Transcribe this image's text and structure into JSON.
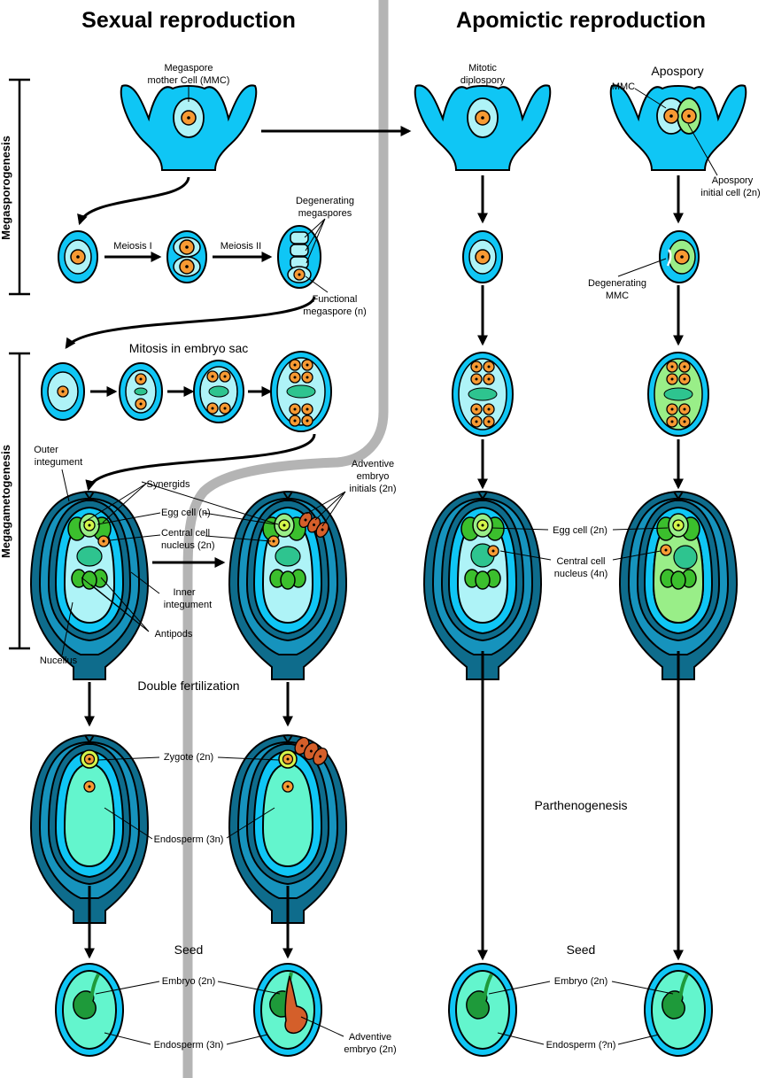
{
  "titles": {
    "sexual": "Sexual reproduction",
    "apomictic": "Apomictic reproduction"
  },
  "phases": {
    "megasporogenesis": "Megasporogenesis",
    "megagametogenesis": "Megagametogenesis"
  },
  "stages": {
    "mitosis": "Mitosis in embryo sac",
    "double_fertilization": "Double fertilization",
    "parthenogenesis": "Parthenogenesis",
    "seed_left": "Seed",
    "seed_right": "Seed"
  },
  "labels": {
    "mmc_line1": "Megaspore",
    "mmc_line2": "mother Cell (MMC)",
    "meiosis1": "Meiosis I",
    "meiosis2": "Meiosis II",
    "degenerating1": "Degenerating",
    "degenerating2": "megaspores",
    "functional1": "Functional",
    "functional2": "megaspore (n)",
    "mitotic1": "Mitotic",
    "mitotic2": "diplospory",
    "apospory": "Apospory",
    "mmc": "MMC",
    "apo_init1": "Apospory",
    "apo_init2": "initial cell (2n)",
    "deg_mmc1": "Degenerating",
    "deg_mmc2": "MMC",
    "outer1": "Outer",
    "outer2": "integument",
    "synergids": "Synergids",
    "egg_n": "Egg cell (n)",
    "central1": "Central cell",
    "central2": "nucleus (2n)",
    "inner1": "Inner",
    "inner2": "integument",
    "antipods": "Antipods",
    "nucellus": "Nucellus",
    "adv_init1": "Adventive",
    "adv_init2": "embryo",
    "adv_init3": "initials (2n)",
    "egg_2n": "Egg cell (2n)",
    "central4_1": "Central cell",
    "central4_2": "nucleus (4n)",
    "zygote": "Zygote (2n)",
    "endosperm3n": "Endosperm (3n)",
    "embryo_l": "Embryo (2n)",
    "endosperm_l": "Endosperm (3n)",
    "adv_emb1": "Adventive",
    "adv_emb2": "embryo (2n)",
    "embryo_r": "Embryo (2n)",
    "endosperm_r": "Endosperm (?n)"
  },
  "colors": {
    "cyan": "#0fc6f5",
    "pale_cyan": "#aef3f7",
    "teal_dark": "#0e6c8c",
    "teal_mid": "#1693bd",
    "central": "#2ec48f",
    "nucleus": "#f79a33",
    "green": "#3bbf2d",
    "light_green": "#99ee88",
    "yellow_green": "#d4f54a",
    "adventive": "#d45f2a",
    "endosperm": "#63f5cd",
    "embryo": "#1e9a3a",
    "divider": "#b4b4b4"
  }
}
